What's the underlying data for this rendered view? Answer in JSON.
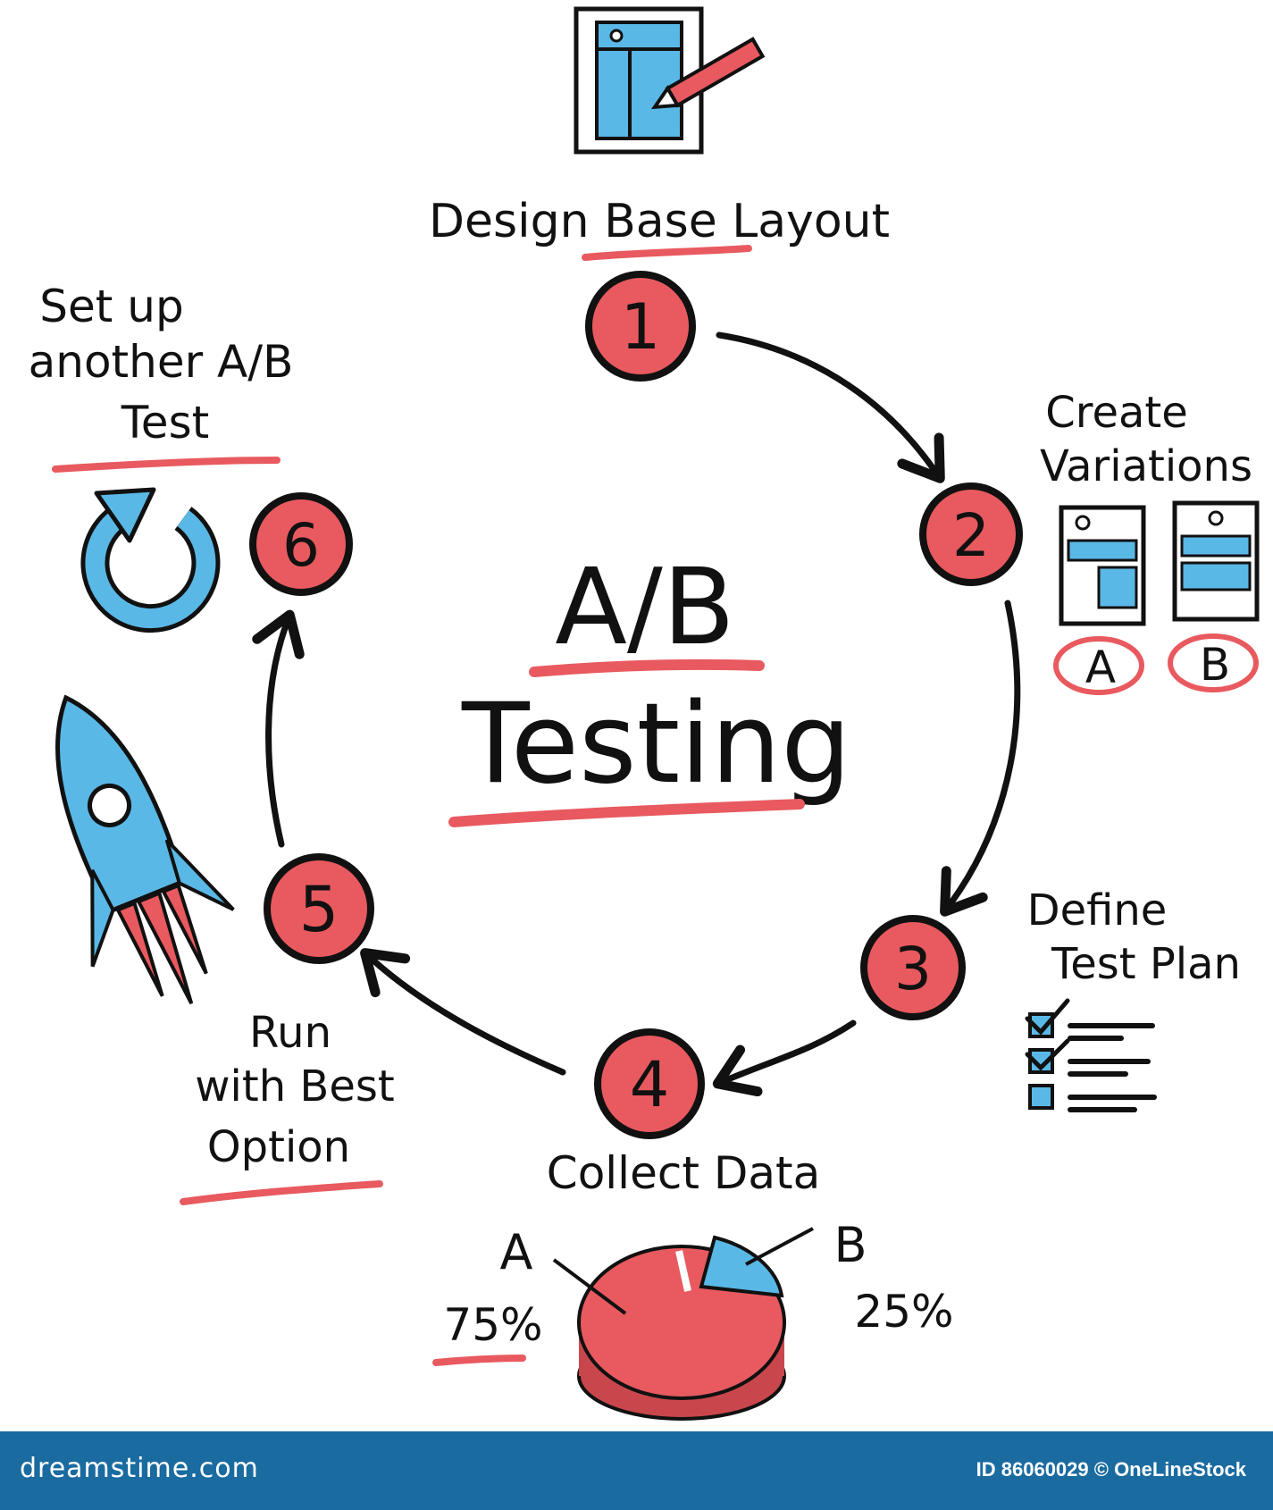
{
  "center": {
    "title_line1": "A/B",
    "title_line2": "Testing"
  },
  "steps": [
    {
      "number": "1",
      "label_lines": [
        "Design Base Layout"
      ]
    },
    {
      "number": "2",
      "label_lines": [
        "Create",
        "Variations"
      ]
    },
    {
      "number": "3",
      "label_lines": [
        "Define",
        "Test Plan"
      ]
    },
    {
      "number": "4",
      "label_lines": [
        "Collect Data"
      ]
    },
    {
      "number": "5",
      "label_lines": [
        "Run",
        "with Best",
        "Option"
      ]
    },
    {
      "number": "6",
      "label_lines": [
        "Set up",
        "another A/B",
        "Test"
      ]
    }
  ],
  "variations": {
    "a": "A",
    "b": "B"
  },
  "pie": {
    "a_label": "A",
    "a_value": "75%",
    "b_label": "B",
    "b_value": "25%",
    "a_fraction": 0.75,
    "b_fraction": 0.25
  },
  "footer": {
    "site": "dreamstime.com",
    "id_credit": "ID 86060029 © OneLineStock"
  },
  "colors": {
    "accent_red": "#e85a5f",
    "accent_blue": "#5ab8e6",
    "ink": "#111111",
    "footer_bg": "#1a6ba0"
  },
  "icons": [
    "layout-pencil-icon",
    "variation-layout-icon",
    "checklist-icon",
    "pie-chart-icon",
    "rocket-icon",
    "refresh-arrow-icon"
  ]
}
